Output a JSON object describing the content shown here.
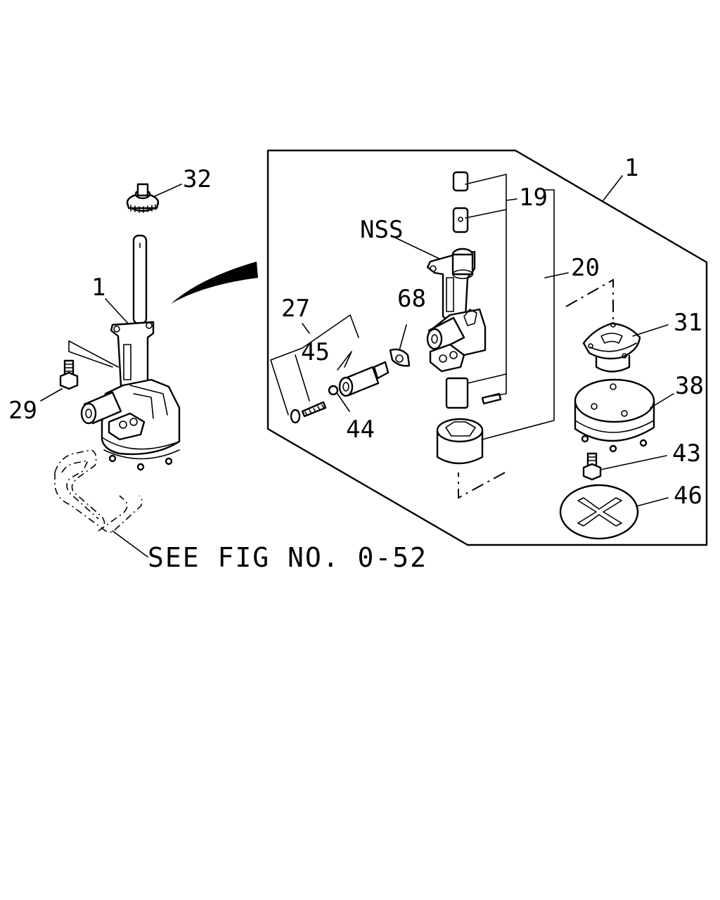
{
  "diagram": {
    "callouts": {
      "c32": "32",
      "c1_left": "1",
      "c29": "29",
      "c1_box": "1",
      "c19": "19",
      "cNSS": "NSS",
      "c20": "20",
      "c27": "27",
      "c68": "68",
      "c45": "45",
      "c44": "44",
      "c31": "31",
      "c38": "38",
      "c43": "43",
      "c46": "46"
    },
    "reference_note": "SEE FIG NO. 0-52"
  }
}
